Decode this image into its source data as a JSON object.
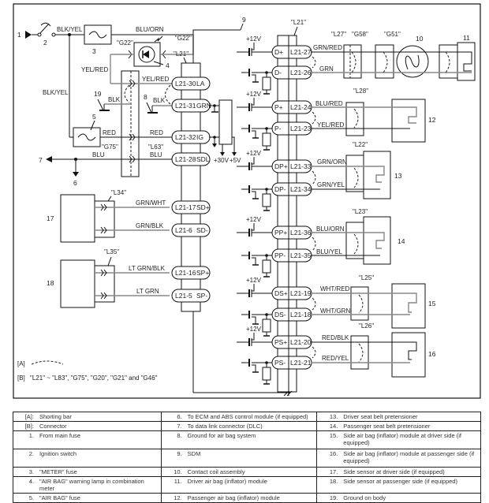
{
  "diagram": {
    "title": "Air bag system wiring circuit diagram",
    "callouts": {
      "from_main_fuse": "1",
      "ignition_switch": "2",
      "meter_fuse": "3",
      "warning_lamp": "4",
      "airbag_fuse": "5",
      "to_ecm": "6",
      "to_dlc": "7",
      "ground_airbag": "8",
      "sdm": "9",
      "contact_coil": "10",
      "driver_airbag": "11",
      "passenger_airbag": "12",
      "driver_pretensioner": "13",
      "passenger_pretensioner": "14",
      "side_airbag_driver": "15",
      "side_airbag_passenger": "16",
      "side_sensor_driver": "17",
      "side_sensor_passenger": "18",
      "ground_body": "19"
    },
    "connectors": {
      "G22_left": "\"G22\"",
      "G22_right": "\"G22\"",
      "L21_left": "\"L21\"",
      "L21_right": "\"L21\"",
      "G75": "\"G75\"",
      "L63": "\"L63\"",
      "L27": "\"L27\"",
      "G58": "\"G58\"",
      "G51": "\"G51\"",
      "L28": "\"L28\"",
      "L22": "\"L22\"",
      "L23": "\"L23\"",
      "L25": "\"L25\"",
      "L26": "\"L26\"",
      "L34": "\"L34\"",
      "L35": "\"L35\""
    },
    "wire_colors": {
      "blk_yel_top": "BLK/YEL",
      "blk_yel_left": "BLK/YEL",
      "blu_orn": "BLU/ORN",
      "yel_red_left": "YEL/RED",
      "yel_red_la": "YEL/RED",
      "blk_19": "BLK",
      "blk_8": "BLK",
      "red_5": "RED",
      "red_ig": "RED",
      "blu_7": "BLU",
      "blu_sdl": "BLU",
      "grn_wht": "GRN/WHT",
      "grn_blk": "GRN/BLK",
      "lt_grn_blk": "LT GRN/BLK",
      "lt_grn": "LT GRN",
      "grn_red": "GRN/RED",
      "grn": "GRN",
      "blu_red": "BLU/RED",
      "yel_red_p": "YEL/RED",
      "grn_orn": "GRN/ORN",
      "grn_yel": "GRN/YEL",
      "blu_orn_pp": "BLU/ORN",
      "blu_yel": "BLU/YEL",
      "wht_red": "WHT/RED",
      "wht_grn": "WHT/GRN",
      "red_blk": "RED/BLK",
      "red_yel": "RED/YEL"
    },
    "voltages": {
      "v12_d": "+12V",
      "v12_p": "+12V",
      "v12_dp": "+12V",
      "v12_pp": "+12V",
      "v12_ds": "+12V",
      "v12_ps": "+12V",
      "v30": "+30V",
      "v5": "+5V"
    },
    "left_pins": [
      {
        "id": "L21-30",
        "sig": "LA"
      },
      {
        "id": "L21-31",
        "sig": "GRN"
      },
      {
        "id": "L21-32",
        "sig": "IG"
      },
      {
        "id": "L21-28",
        "sig": "SDL"
      },
      {
        "id": "L21-17",
        "sig": "SD+"
      },
      {
        "id": "L21-6",
        "sig": "SD-"
      },
      {
        "id": "L21-16",
        "sig": "SP+"
      },
      {
        "id": "L21-5",
        "sig": "SP-"
      }
    ],
    "right_pins": [
      {
        "sig": "D+",
        "id": "L21-27"
      },
      {
        "sig": "D-",
        "id": "L21-26"
      },
      {
        "sig": "P+",
        "id": "L21-24"
      },
      {
        "sig": "P-",
        "id": "L21-23"
      },
      {
        "sig": "DP+",
        "id": "L21-33"
      },
      {
        "sig": "DP-",
        "id": "L21-34"
      },
      {
        "sig": "PP+",
        "id": "L21-36"
      },
      {
        "sig": "PP-",
        "id": "L21-35"
      },
      {
        "sig": "DS+",
        "id": "L21-19"
      },
      {
        "sig": "DS-",
        "id": "L21-18"
      },
      {
        "sig": "PS+",
        "id": "L21-20"
      },
      {
        "sig": "PS-",
        "id": "L21-21"
      }
    ],
    "notes": {
      "a_label": "[A]",
      "b_label": "[B]",
      "b_text": "\"L21\" ~ \"L83\", \"G75\", \"G20\", \"G21\" and \"G46\""
    }
  },
  "legend": {
    "rows": [
      {
        "cells": [
          {
            "n": "[A]:",
            "t": "Shorting bar"
          },
          {
            "n": "6.",
            "t": "To ECM and ABS control module (if equipped)"
          },
          {
            "n": "13.",
            "t": "Driver seat belt pretensioner"
          }
        ]
      },
      {
        "cells": [
          {
            "n": "[B]:",
            "t": "Connector"
          },
          {
            "n": "7.",
            "t": "To data link connector (DLC)"
          },
          {
            "n": "14.",
            "t": "Passenger seat belt pretensioner"
          }
        ]
      },
      {
        "tall": true,
        "cells": [
          {
            "n": "1.",
            "t": "From main fuse"
          },
          {
            "n": "8.",
            "t": "Ground for air bag system"
          },
          {
            "n": "15.",
            "t": "Side air bag (inflator) module at driver side (if equipped)"
          }
        ]
      },
      {
        "tall": true,
        "cells": [
          {
            "n": "2.",
            "t": "Ignition switch"
          },
          {
            "n": "9.",
            "t": "SDM"
          },
          {
            "n": "16.",
            "t": "Side air bag (inflator) module at passenger side (if equipped)"
          }
        ]
      },
      {
        "cells": [
          {
            "n": "3.",
            "t": "\"METER\" fuse"
          },
          {
            "n": "10.",
            "t": "Contact coil assembly"
          },
          {
            "n": "17.",
            "t": "Side sensor at driver side (if equipped)"
          }
        ]
      },
      {
        "cells": [
          {
            "n": "4.",
            "t": "\"AIR BAG\" warning lamp in combination meter"
          },
          {
            "n": "11.",
            "t": "Driver air bag (inflator) module"
          },
          {
            "n": "18.",
            "t": "Side sensor at passenger side (if equipped)"
          }
        ]
      },
      {
        "cells": [
          {
            "n": "5.",
            "t": "\"AIR BAG\" fuse"
          },
          {
            "n": "12.",
            "t": "Passenger air bag (inflator) module"
          },
          {
            "n": "19.",
            "t": "Ground on body"
          }
        ]
      }
    ]
  }
}
